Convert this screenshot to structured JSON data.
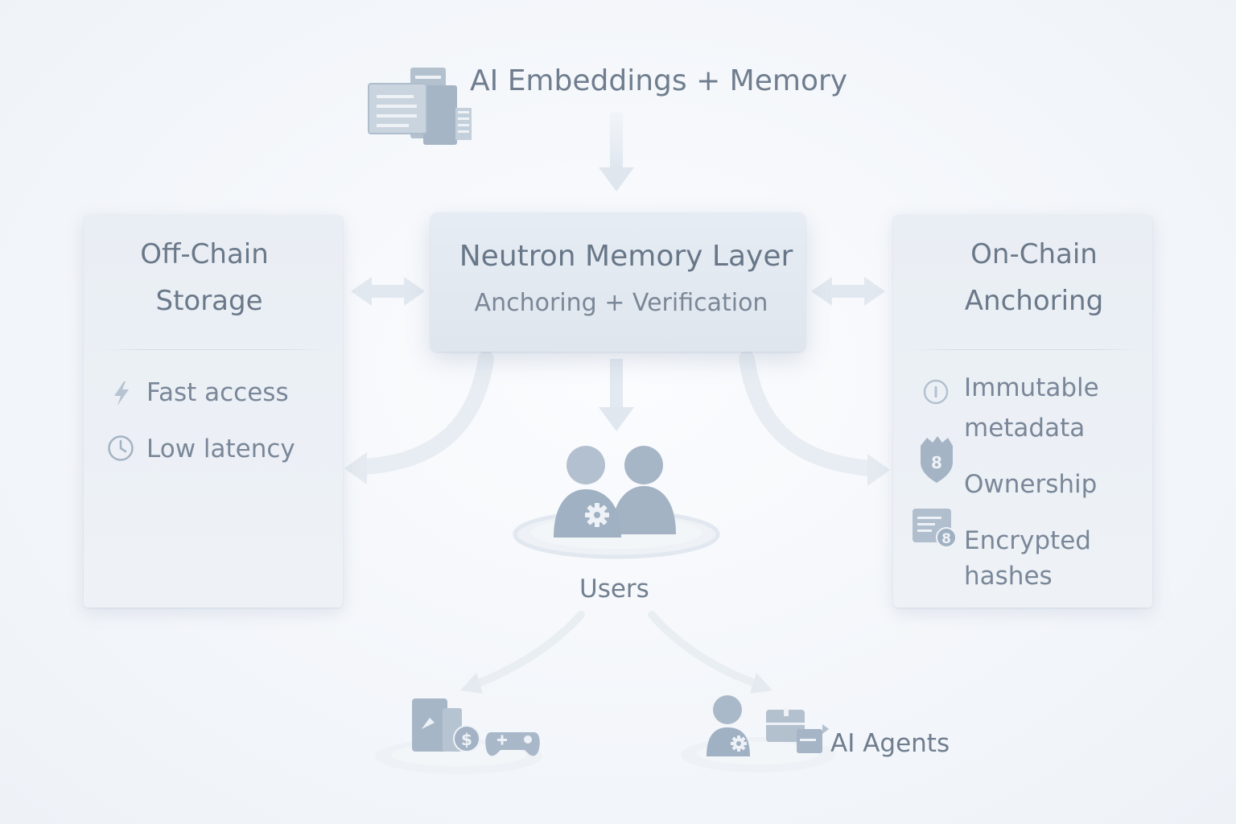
{
  "top": {
    "label": "AI Embeddings + Memory",
    "icon": "documents-icon"
  },
  "center": {
    "title": "Neutron Memory Layer",
    "subtitle": "Anchoring + Verification"
  },
  "left_panel": {
    "title_line1": "Off-Chain",
    "title_line2": "Storage",
    "items": [
      {
        "label": "Fast access",
        "icon": "lightning-icon"
      },
      {
        "label": "Low latency",
        "icon": "clock-icon"
      }
    ]
  },
  "right_panel": {
    "title_line1": "On-Chain",
    "title_line2": "Anchoring",
    "items": [
      {
        "label_line1": "Immutable",
        "label_line2": "metadata",
        "icon": "info-icon"
      },
      {
        "label_line1": "Ownership",
        "icon": "shield-icon"
      },
      {
        "label_line1": "Encrypted",
        "label_line2": "hashes",
        "icon": "document-badge-icon",
        "badge": "8"
      }
    ],
    "shield_badge": "8"
  },
  "users": {
    "label": "Users",
    "icon": "users-icon"
  },
  "bottom_left": {
    "icon": "apps-games-icon"
  },
  "bottom_right": {
    "label": "AI Agents",
    "icon": "agent-icon"
  },
  "colors": {
    "icon_fill": "#a9b8c8",
    "icon_dark": "#97a8ba",
    "arrow": "#e3e9f0",
    "text": "#6d7b8c"
  }
}
